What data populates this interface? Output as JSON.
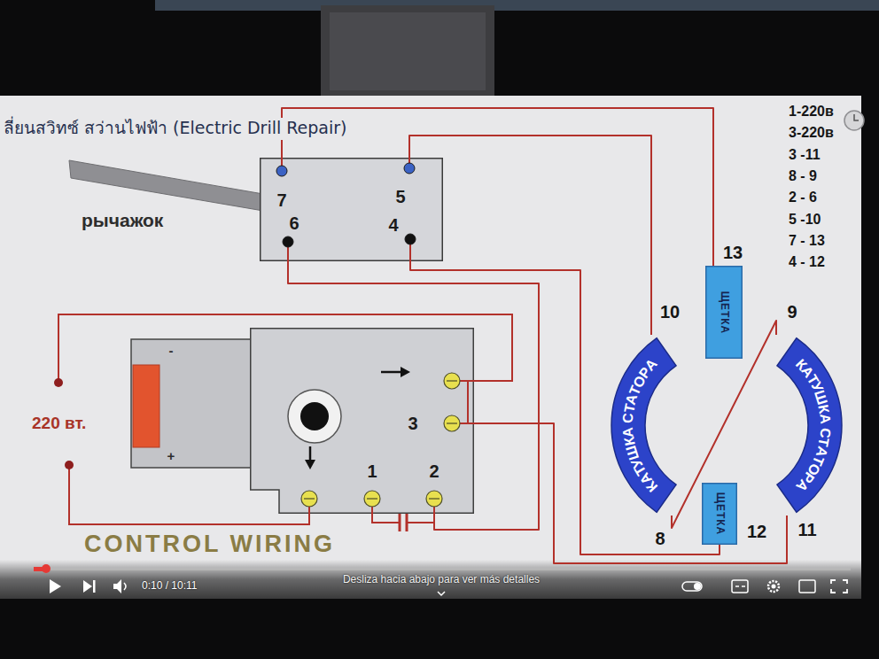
{
  "diagram": {
    "title": "ลี่ยนสวิทซ์ สว่านไฟฟ้า (Electric Drill Repair)",
    "nodes": [
      {
        "text": [
          "7",
          "5",
          "6",
          "4"
        ]
      },
      {
        "text": [
          "3",
          "1",
          "2"
        ]
      },
      {
        "text": [
          "КАТУШКА СТАТОРА"
        ]
      },
      {
        "text": [
          "ЩЕТКА"
        ]
      },
      {
        "text": [
          "КАТУШКА СТАТОРА"
        ]
      },
      {
        "text": [
          "ЩЕТКА"
        ]
      }
    ],
    "edges": [
      {
        "from": 0,
        "to": 2,
        "arrow": "none"
      },
      {
        "from": 0,
        "to": 3,
        "arrow": "none"
      },
      {
        "from": 0,
        "to": 5,
        "arrow": "none"
      },
      {
        "from": 0,
        "to": 1,
        "arrow": "none"
      },
      {
        "from": 1,
        "to": 4,
        "arrow": "none"
      },
      {
        "from": 2,
        "to": 4,
        "arrow": "none"
      }
    ],
    "labels": [
      "рычажок",
      "-",
      "+",
      "220 вт.",
      "10",
      "13",
      "9",
      "8",
      "12",
      "11",
      "1-220в",
      "3-220в",
      "3 -11",
      "8 - 9",
      "2 - 6",
      "5 -10",
      "7 - 13",
      "4 - 12",
      "CONTROL WIRING",
      "0:10 / 10:11",
      "Desliza hacia abajo para ver más detalles"
    ]
  }
}
